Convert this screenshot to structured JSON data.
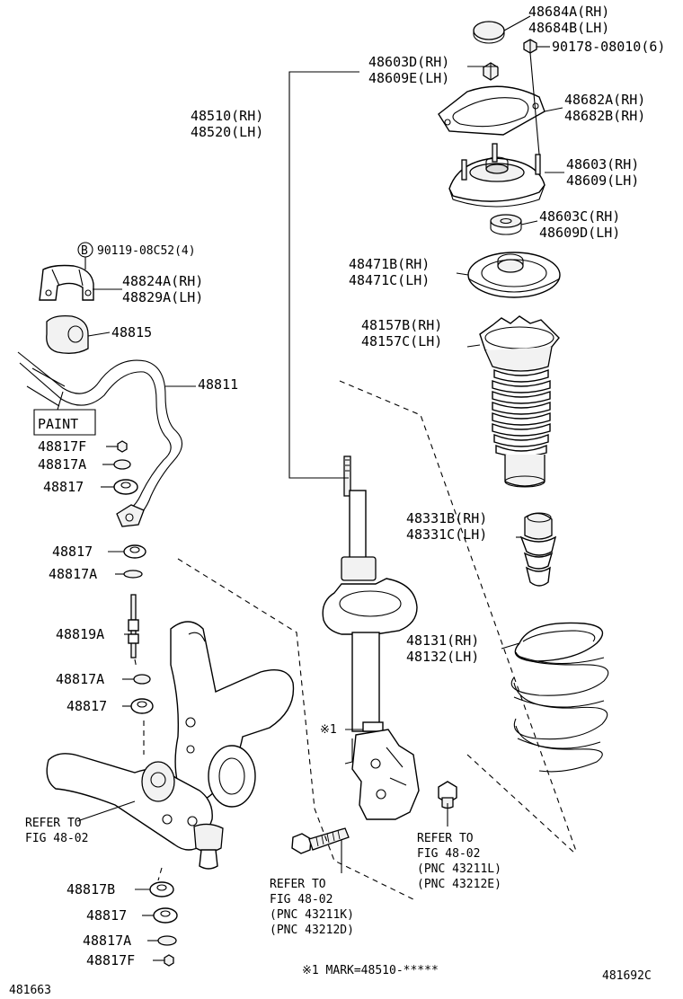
{
  "callouts": {
    "c48684": [
      "48684A(RH)",
      "48684B(LH)"
    ],
    "c90178": [
      "90178-08010(6)"
    ],
    "c48603D": [
      "48603D(RH)",
      "48609E(LH)"
    ],
    "c48682": [
      "48682A(RH)",
      "48682B(RH)"
    ],
    "c48510": [
      "48510(RH)",
      "48520(LH)"
    ],
    "c48603": [
      "48603(RH)",
      "48609(LH)"
    ],
    "c48603C": [
      "48603C(RH)",
      "48609D(LH)"
    ],
    "c90119": [
      "90119-08C52(4)"
    ],
    "c48471": [
      "48471B(RH)",
      "48471C(LH)"
    ],
    "c48824": [
      "48824A(RH)",
      "48829A(LH)"
    ],
    "c48815": [
      "48815"
    ],
    "c48157": [
      "48157B(RH)",
      "48157C(LH)"
    ],
    "c48811": [
      "48811"
    ],
    "paint": [
      "PAINT"
    ],
    "c48817F_top": [
      "48817F"
    ],
    "c48817A_top": [
      "48817A"
    ],
    "c48817_top": [
      "48817"
    ],
    "c48331": [
      "48331B(RH)",
      "48331C(LH)"
    ],
    "c48817_2": [
      "48817"
    ],
    "c48817A_2": [
      "48817A"
    ],
    "c48819A": [
      "48819A"
    ],
    "c48131": [
      "48131(RH)",
      "48132(LH)"
    ],
    "c48817A_3": [
      "48817A"
    ],
    "c48817_3": [
      "48817"
    ],
    "mark1": [
      "※1"
    ],
    "refer_left": [
      "REFER TO",
      "FIG 48-02"
    ],
    "refer_right": [
      "REFER TO",
      "FIG 48-02",
      "(PNC 43211L)",
      "(PNC 43212E)"
    ],
    "refer_center": [
      "REFER TO",
      "FIG 48-02",
      "(PNC 43211K)",
      "(PNC 43212D)"
    ],
    "c48817B": [
      "48817B"
    ],
    "c48817_4": [
      "48817"
    ],
    "c48817A_4": [
      "48817A"
    ],
    "c48817F_4": [
      "48817F"
    ],
    "footnote": [
      "※1 MARK=48510-*****"
    ],
    "code_left": [
      "481663"
    ],
    "code_right": [
      "481692C"
    ]
  },
  "bolt_circle_label": "B"
}
